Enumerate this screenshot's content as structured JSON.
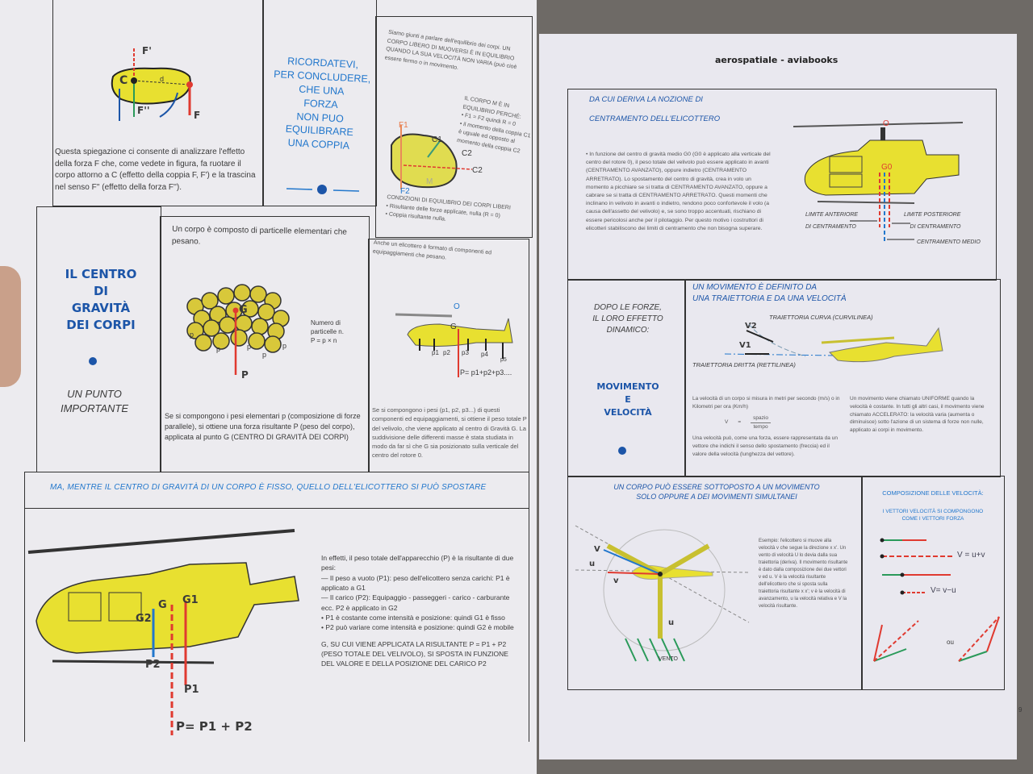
{
  "left_page": {
    "force_figure": {
      "labels": [
        "F'",
        "C",
        "d",
        "F''",
        "F"
      ]
    },
    "force_text": "Questa spiegazione ci consente di analizzare l'effetto della forza F che, come vedete in figura, fa ruotare il corpo attorno a C (effetto della coppia F, F') e la trascina nel senso F'' (effetto della forza F'').",
    "remember_lines": [
      "RICORDATEVI,",
      "PER CONCLUDERE,",
      "CHE UNA",
      "FORZA",
      "NON PUO",
      "EQUILIBRARE",
      "UNA COPPIA"
    ],
    "equilibrium_intro": "Siamo giunti a parlare dell'equilibrio dei corpi. UN CORPO LIBERO DI MUOVERSI È IN EQUILIBRIO QUANDO LA SUA VELOCITÀ NON VARIA (può cioè essere fermo o in movimento.",
    "equilibrium_why": [
      "IL CORPO M È IN EQUILIBRIO PERCHÉ:",
      "• F1 = F2 quindi R = 0",
      "• il momento della coppia C1 è uguale ed opposto al momento della coppia C2"
    ],
    "equilibrium_labels": [
      "F1",
      "C1",
      "C2",
      "C2",
      "M",
      "F2"
    ],
    "equilibrium_conditions": [
      "CONDIZIONI DI EQUILIBRIO DEI CORPI LIBERI",
      "• Risultante delle forze applicate, nulla (R = 0)",
      "• Coppia risultante nulla."
    ],
    "section_title": [
      "IL CENTRO",
      "DI",
      "GRAVITÀ",
      "DEI CORPI"
    ],
    "section_subtitle": [
      "UN PUNTO",
      "IMPORTANTE"
    ],
    "particles_intro": "Un corpo è composto di particelle elementari che pesano.",
    "particles_labels": [
      "G",
      "p",
      "p",
      "p",
      "p",
      "p",
      "P"
    ],
    "particles_note": [
      "Numero di",
      "particelle n.",
      "P = p × n"
    ],
    "particles_text": "Se si compongono i pesi elementari p (composizione di forze parallele), si ottiene una forza risultante P (peso del corpo), applicata al punto G (CENTRO DI GRAVITÀ DEI CORPI)",
    "heli_intro": "Anche un elicottero è formato di componenti ed equipaggiamenti che pesano.",
    "heli_labels": [
      "O",
      "G",
      "p1",
      "p2",
      "p3",
      "p4",
      "p5",
      "P= p1+p2+p3...."
    ],
    "heli_text": "Se si compongono i pesi (p1, p2, p3...) di questi componenti ed equipaggiamenti, si ottiene il peso totale P del velivolo, che viene applicato al centro di Gravità G. La suddivisione delle differenti masse è stata studiata in modo da far sì che G sia posizionato sulla verticale del centro del rotore 0.",
    "banner": "MA, MENTRE IL CENTRO DI GRAVITÀ DI UN CORPO È FISSO, QUELLO DELL'ELICOTTERO SI PUÒ SPOSTARE",
    "big_heli_labels": [
      "G2",
      "G",
      "G1",
      "P2",
      "P1",
      "P= P1 + P2"
    ],
    "weight_text": [
      "In effetti, il peso totale dell'apparecchio (P) è la risultante di due pesi:",
      "— Il peso a vuoto (P1): peso dell'elicottero senza carichi: P1 è applicato a G1",
      "— Il carico (P2): Equipaggio - passeggeri - carico - carburante ecc. P2 è applicato in G2",
      "• P1 è costante come intensità e posizione: quindi G1 è fisso",
      "• P2 può variare come intensità e posizione: quindi G2 è mobile",
      "G, SU CUI VIENE APPLICATA LA RISULTANTE P = P1 + P2 (PESO TOTALE DEL VELIVOLO), SI SPOSTA IN FUNZIONE DEL VALORE E DELLA POSIZIONE DEL CARICO P2"
    ]
  },
  "right_page": {
    "header": "aerospatiale - aviabooks",
    "centering": {
      "title1": "DA CUI DERIVA LA NOZIONE DI",
      "title2": "CENTRAMENTO DELL'ELICOTTERO",
      "text": "• In funzione del centro di gravità medio G0 (G0 è applicato alla verticale del centro del rotore 0), il peso totale del velivolo può essere applicato in avanti (CENTRAMENTO AVANZATO), oppure indietro (CENTRAMENTO ARRETRATO). Lo spostamento del centro di gravità, crea in volo un momento a picchiare se si tratta di CENTRAMENTO AVANZATO, oppure a cabrare se si tratta di CENTRAMENTO ARRETRATO. Questi momenti che inclinano in velivolo in avanti o indietro, rendono poco confortevole il volo (a causa dell'assetto del velivolo) e, se sono troppo accentuati, rischiano di essere pericolosi anche per il pilotaggio. Per questo motivo i costruttori di elicotteri stabiliscono dei limiti di centramento che non bisogna superare.",
      "labels": {
        "o": "O",
        "g0": "G0",
        "front": [
          "LIMITE ANTERIORE",
          "DI CENTRAMENTO"
        ],
        "rear": [
          "LIMITE POSTERIORE",
          "DI CENTRAMENTO"
        ],
        "mid": "CENTRAMENTO MEDIO"
      }
    },
    "motion": {
      "intro": [
        "DOPO LE FORZE,",
        "IL LORO EFFETTO",
        "DINAMICO:"
      ],
      "section": [
        "MOVIMENTO",
        "E",
        "VELOCITÀ"
      ],
      "title": [
        "UN MOVIMENTO È DEFINITO DA",
        "UNA TRAIETTORIA E DA UNA VELOCITÀ"
      ],
      "curve": "TRAIETTORIA CURVA (CURVILINEA)",
      "straight": "TRAIETTORIA DRITTA (RETTILINEA)",
      "v1": "V1",
      "v2": "V2",
      "text_left": "La velocità di un corpo si misura in metri per secondo (m/s) o in Kilometri per ora (Km/h)",
      "formula": {
        "v": "V",
        "eq": "=",
        "num": "spazio",
        "den": "tempo"
      },
      "text_left2": "Una velocità può, come una forza, essere rappresentata da un vettore che indichi il senso dello spostamento (freccia) ed il valore della velocità (lunghezza del vettore).",
      "text_right": "Un movimento viene chiamato UNIFORME quando la velocità è costante. In tutti gli altri casi, il movimento viene chiamato ACCELERATO: la velocità varia (aumenta o diminuisce) sotto l'azione di un sistema di forze non nulle, applicato ai corpi in movimento."
    },
    "simultaneous": {
      "title": [
        "UN CORPO PUÒ ESSERE SOTTOPOSTO A UN MOVIMENTO",
        "SOLO OPPURE A DEI MOVIMENTI SIMULTANEI"
      ],
      "labels": [
        "V",
        "u",
        "v",
        "u",
        "VENTO"
      ],
      "text": "Esempio: l'elicottero si muove alla velocità v che segue la direzione x x'. Un vento di velocità U lo devia dalla sua traiettoria (deriva). Il movimento risultante è dato dalla composizione dei due vettori v ed u. V è la velocità risultante dell'elicottero che si sposta sulla traiettoria risultante x x'; v è la velocità di avanzamento, u la velocità relativa e V la velocità risultante."
    },
    "composition": {
      "title": "COMPOSIZIONE DELLE VELOCITÀ:",
      "subtitle": [
        "I VETTORI VELOCITÀ SI COMPONGONO",
        "COME I VETTORI FORZA"
      ],
      "eq1": "V = u+v",
      "eq2": "V= v−u",
      "or": "ou"
    },
    "page_number": "9"
  },
  "colors": {
    "yellow": "#e8e030",
    "blue": "#2277cc",
    "red": "#e03a30",
    "green": "#2a9a5a"
  }
}
